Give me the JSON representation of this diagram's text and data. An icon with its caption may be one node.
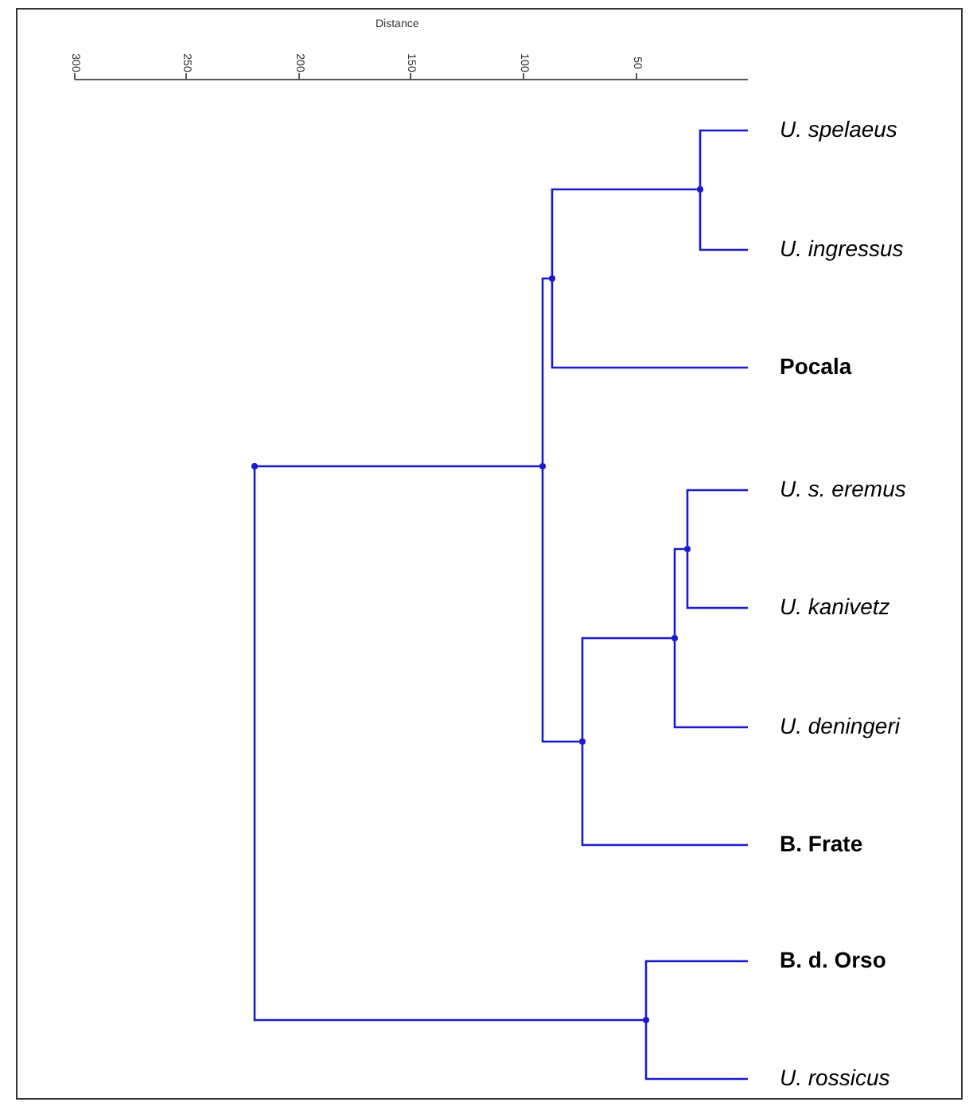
{
  "diagram": {
    "nodes": [
      {
        "text": [
          "U. spelaeus"
        ]
      },
      {
        "text": [
          "U. ingressus"
        ]
      },
      {
        "text": [
          "Pocala"
        ]
      },
      {
        "text": [
          "U. s. eremus"
        ]
      },
      {
        "text": [
          "U. kanivetz"
        ]
      },
      {
        "text": [
          "U. deningeri"
        ]
      },
      {
        "text": [
          "B. Frate"
        ]
      },
      {
        "text": [
          "B. d. Orso"
        ]
      },
      {
        "text": [
          "U. rossicus"
        ]
      },
      {
        "text": [],
        "shape": "point"
      },
      {
        "text": [],
        "shape": "point"
      },
      {
        "text": [],
        "shape": "point"
      },
      {
        "text": [],
        "shape": "point"
      },
      {
        "text": [],
        "shape": "point"
      },
      {
        "text": [],
        "shape": "point"
      },
      {
        "text": [],
        "shape": "point"
      },
      {
        "text": [],
        "shape": "point"
      }
    ],
    "edges": [
      {
        "from": 9,
        "to": 0,
        "arrow": "none"
      },
      {
        "from": 9,
        "to": 1,
        "arrow": "none"
      },
      {
        "from": 10,
        "to": 9,
        "arrow": "none"
      },
      {
        "from": 10,
        "to": 2,
        "arrow": "none"
      },
      {
        "from": 11,
        "to": 3,
        "arrow": "none"
      },
      {
        "from": 11,
        "to": 4,
        "arrow": "none"
      },
      {
        "from": 12,
        "to": 11,
        "arrow": "none"
      },
      {
        "from": 12,
        "to": 5,
        "arrow": "none"
      },
      {
        "from": 13,
        "to": 12,
        "arrow": "none"
      },
      {
        "from": 13,
        "to": 6,
        "arrow": "none"
      },
      {
        "from": 14,
        "to": 10,
        "arrow": "none"
      },
      {
        "from": 14,
        "to": 13,
        "arrow": "none"
      },
      {
        "from": 15,
        "to": 7,
        "arrow": "none"
      },
      {
        "from": 15,
        "to": 8,
        "arrow": "none"
      },
      {
        "from": 16,
        "to": 14,
        "arrow": "none"
      },
      {
        "from": 16,
        "to": 15,
        "arrow": "none"
      }
    ],
    "labels": [
      "Distance",
      "300",
      "250",
      "200",
      "150",
      "100",
      "50"
    ]
  }
}
